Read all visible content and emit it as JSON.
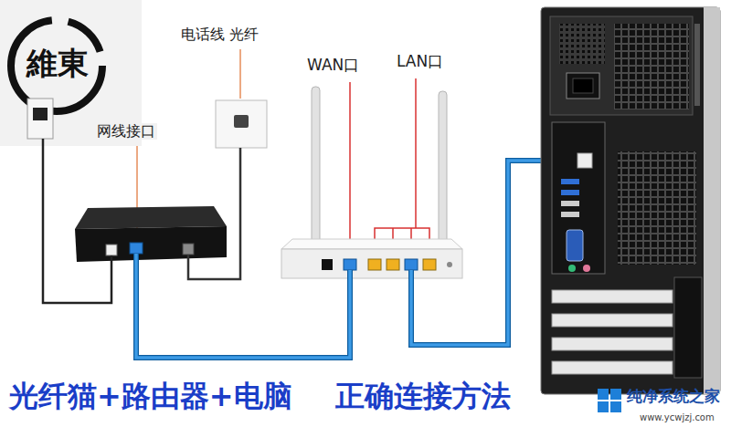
{
  "diagram": {
    "caption": "光纤猫+路由器+电脑 正确连接方法",
    "labels": [
      "維東",
      "网线接口",
      "电话线 光纤",
      "WAN口",
      "LAN口",
      "纯净系统之家",
      "www.ycwjzj.com"
    ]
  }
}
